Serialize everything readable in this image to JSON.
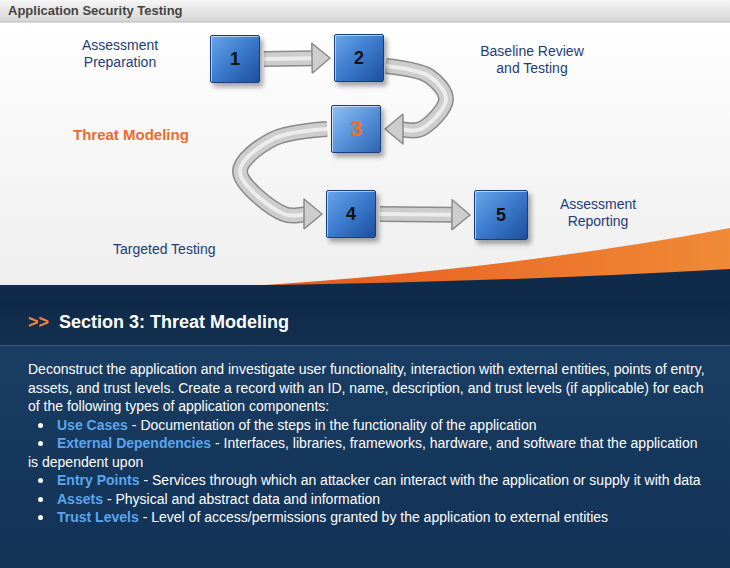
{
  "diagram": {
    "title": "Application Security Testing",
    "nodes": [
      {
        "text": [
          "1",
          "Assessment Preparation"
        ]
      },
      {
        "text": [
          "2",
          "Baseline Review and Testing"
        ]
      },
      {
        "text": [
          "3",
          "Threat Modeling"
        ]
      },
      {
        "text": [
          "4",
          "Targeted Testing"
        ]
      },
      {
        "text": [
          "5",
          "Assessment Reporting"
        ]
      },
      {
        "text": [
          ">>",
          "Section 3: Threat Modeling"
        ]
      },
      {
        "text": [
          "Deconstruct the application and investigate user functionality, interaction with external entities, points of entry, assets, and trust levels. Create a record with an ID, name, description, and trust levels (if applicable) for each of the following types of application components:",
          "Use Cases",
          "- Documentation of the steps in the functionality of the application",
          "External Dependencies",
          "- Interfaces, libraries, frameworks, hardware, and software that the application is dependent upon",
          "Entry Points",
          "- Services through which an attacker can interact with the application or supply it with data",
          "Assets",
          "- Physical and abstract data and information",
          "Trust Levels",
          "- Level of access/permissions granted by the application to external entities"
        ]
      }
    ],
    "edges": [
      {
        "from": 0,
        "to": 1,
        "arrow": "to"
      },
      {
        "from": 1,
        "to": 2,
        "arrow": "to"
      },
      {
        "from": 2,
        "to": 3,
        "arrow": "to"
      },
      {
        "from": 3,
        "to": 4,
        "arrow": "to"
      }
    ]
  }
}
